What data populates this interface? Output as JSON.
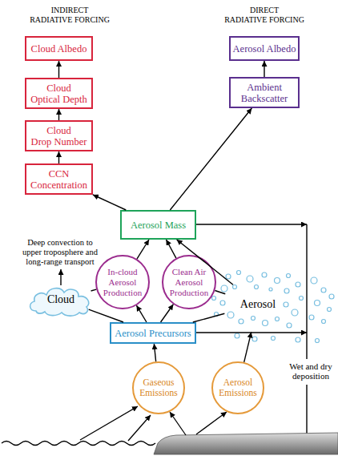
{
  "diagram": {
    "nodes": [
      {
        "text": [
          "Cloud Albedo"
        ]
      },
      {
        "text": [
          "Aerosol Albedo"
        ]
      },
      {
        "text": [
          "Cloud Optical Depth"
        ]
      },
      {
        "text": [
          "Ambient Backscatter"
        ]
      },
      {
        "text": [
          "Cloud Drop Number"
        ]
      },
      {
        "text": [
          "CCN Concentration"
        ]
      },
      {
        "text": [
          "Aerosol Mass"
        ]
      },
      {
        "text": [
          "In-cloud Aerosol Production"
        ]
      },
      {
        "text": [
          "Clean Air Aerosol Production"
        ]
      },
      {
        "text": [
          "Cloud"
        ]
      },
      {
        "text": [
          "Aerosol"
        ]
      },
      {
        "text": [
          "Aerosol Precursors"
        ]
      },
      {
        "text": [
          "Gaseous Emissions"
        ]
      },
      {
        "text": [
          "Aerosol Emissions"
        ]
      }
    ],
    "edges": [
      {
        "from": 2,
        "to": 0,
        "arrow": "to"
      },
      {
        "from": 4,
        "to": 2,
        "arrow": "to"
      },
      {
        "from": 5,
        "to": 4,
        "arrow": "to"
      },
      {
        "from": 3,
        "to": 1,
        "arrow": "to"
      },
      {
        "from": 6,
        "to": 5,
        "arrow": "to"
      },
      {
        "from": 6,
        "to": 3,
        "arrow": "to"
      },
      {
        "from": 7,
        "to": 6,
        "arrow": "to"
      },
      {
        "from": 8,
        "to": 6,
        "arrow": "to"
      },
      {
        "from": 10,
        "to": 6,
        "arrow": "to"
      },
      {
        "from": 9,
        "to": 7,
        "arrow": "none"
      },
      {
        "from": 9,
        "to": 11,
        "arrow": "none"
      },
      {
        "from": 10,
        "to": 8,
        "arrow": "none"
      },
      {
        "from": 10,
        "to": 11,
        "arrow": "none"
      },
      {
        "from": 11,
        "to": 7,
        "arrow": "to"
      },
      {
        "from": 11,
        "to": 8,
        "arrow": "to"
      },
      {
        "from": 12,
        "to": 11,
        "arrow": "to"
      },
      {
        "from": 13,
        "to": 10,
        "arrow": "to"
      }
    ],
    "labels": [
      "INDIRECT RADIATIVE FORCING",
      "DIRECT RADIATIVE FORCING",
      "Deep convection to upper troposphere and long-range transport",
      "Wet and dry deposition"
    ]
  }
}
